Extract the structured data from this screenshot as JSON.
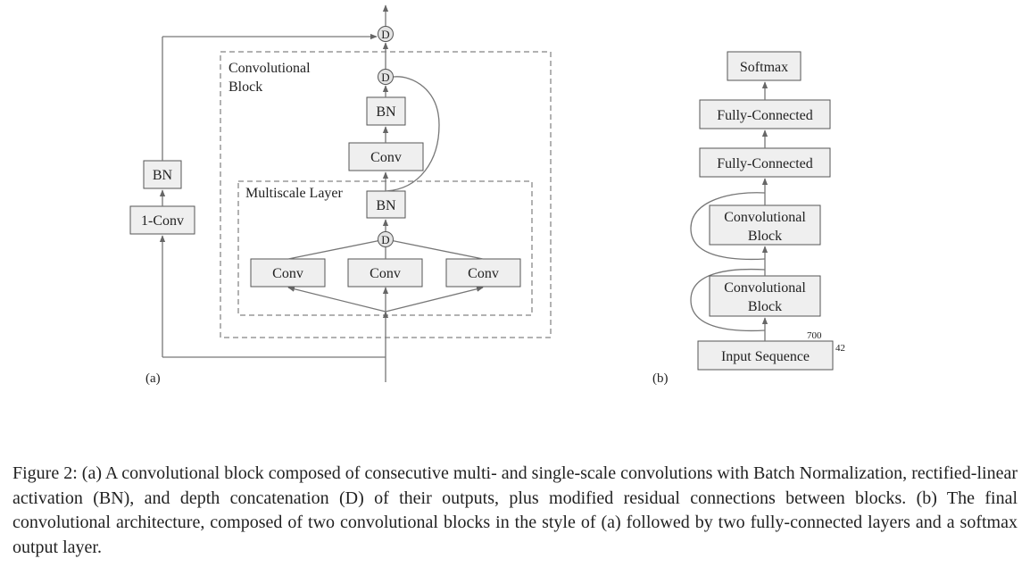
{
  "panel_a": {
    "label": "(a)",
    "conv_block_label_1": "Convolutional",
    "conv_block_label_2": "Block",
    "multiscale_label": "Multiscale Layer",
    "concat_node": "D",
    "bn": "BN",
    "conv": "Conv",
    "one_conv": "1-Conv"
  },
  "panel_b": {
    "label": "(b)",
    "softmax": "Softmax",
    "fc": "Fully-Connected",
    "conv_block_1": "Convolutional",
    "conv_block_2": "Block",
    "input": "Input Sequence",
    "dim_width": "700",
    "dim_height": "42"
  },
  "caption": "Figure 2: (a) A convolutional block composed of consecutive multi- and single-scale convolutions with Batch Normalization, rectified-linear activation (BN), and depth concatenation (D) of their outputs, plus modified residual connections between blocks.    (b) The final convolutional architecture, composed of two convolutional blocks in the style of (a) followed by two fully-connected layers and a softmax output layer."
}
